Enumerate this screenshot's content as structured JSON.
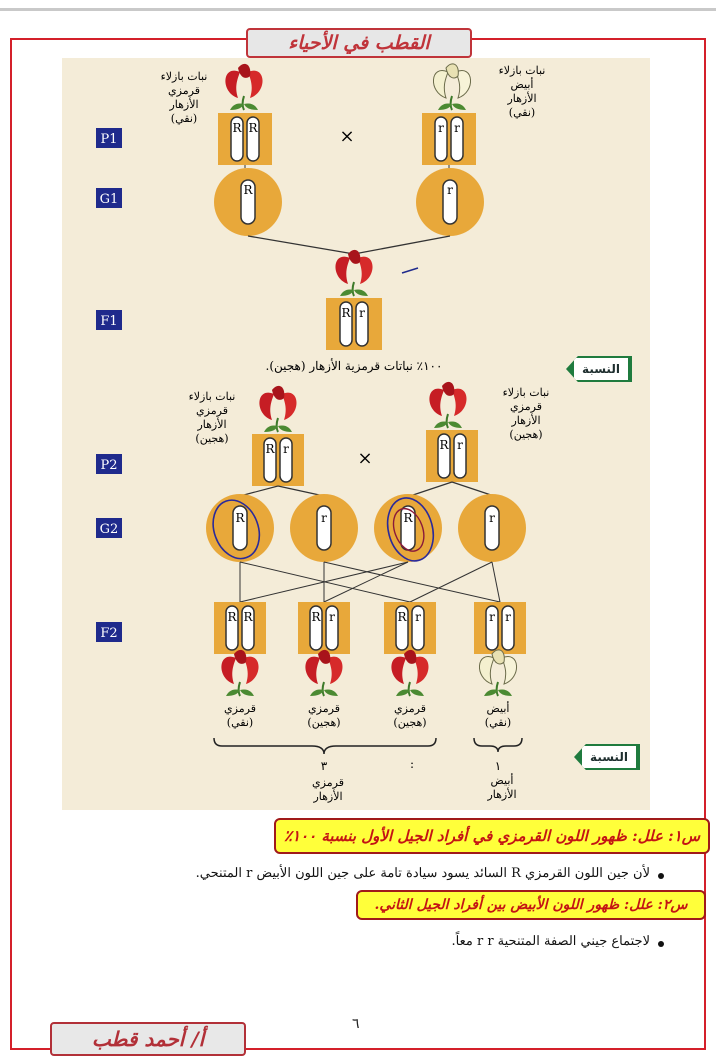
{
  "header": {
    "title": "القطب في الأحياء"
  },
  "figure": {
    "cross1": {
      "left_plant": [
        "نبات بازلاء",
        "قرمزي",
        "الأزهار",
        "(نقي)"
      ],
      "right_plant": [
        "نبات بازلاء",
        "أبيض",
        "الأزهار",
        "(نقي)"
      ],
      "p_label": "P1",
      "g_label": "G1",
      "f_label": "F1",
      "cross_sign": "×",
      "parent_left_alleles": [
        "R",
        "R"
      ],
      "parent_right_alleles": [
        "r",
        "r"
      ],
      "gamete_left": "R",
      "gamete_right": "r",
      "offspring_alleles": [
        "R",
        "r"
      ],
      "result": "١٠٠٪ نباتات قرمزية الأزهار (هجين)."
    },
    "cross2": {
      "left_plant": [
        "نبات بازلاء",
        "قرمزي",
        "الأزهار",
        "(هجين)"
      ],
      "right_plant": [
        "نبات بازلاء",
        "قرمزي",
        "الأزهار",
        "(هجين)"
      ],
      "p_label": "P2",
      "g_label": "G2",
      "f_label": "F2",
      "cross_sign": "×",
      "parent_alleles": [
        "R",
        "r"
      ],
      "gametes": [
        "R",
        "r",
        "R",
        "r"
      ],
      "offspring": [
        {
          "alleles": [
            "R",
            "R"
          ],
          "color": "قرمزي",
          "type": "(نقي)"
        },
        {
          "alleles": [
            "R",
            "r"
          ],
          "color": "قرمزي",
          "type": "(هجين)"
        },
        {
          "alleles": [
            "R",
            "r"
          ],
          "color": "قرمزي",
          "type": "(هجين)"
        },
        {
          "alleles": [
            "r",
            "r"
          ],
          "color": "أبيض",
          "type": "(نقي)"
        }
      ],
      "ratio_red_num": "٣",
      "ratio_red_text": [
        "قرمزي",
        "الأزهار"
      ],
      "ratio_sep": ":",
      "ratio_white_num": "١",
      "ratio_white_text": [
        "أبيض",
        "الأزهار"
      ]
    },
    "ratio_label": "النسبة"
  },
  "questions": [
    {
      "q": "س١: علل: ظهور اللون القرمزي في أفراد الجيل الأول بنسبة ١٠٠٪",
      "a": "لأن جين اللون القرمزي R السائد يسود سيادة تامة على جين اللون الأبيض r المتنحي."
    },
    {
      "q": "س٢: علل: ظهور اللون الأبيض بين أفراد الجيل الثاني.",
      "a": "لاجتماع جيني الصفة المتنحية r r معاً."
    }
  ],
  "footer": {
    "author": "أ/ أحمد قطب",
    "page_number": "٦"
  },
  "colors": {
    "frame": "#d4202a",
    "question_bg": "#ffff3a",
    "question_text": "#c41414",
    "ratio_tag": "#1f7b3e",
    "bead": "#e8a83a",
    "label_box": "#1f2a8c"
  }
}
